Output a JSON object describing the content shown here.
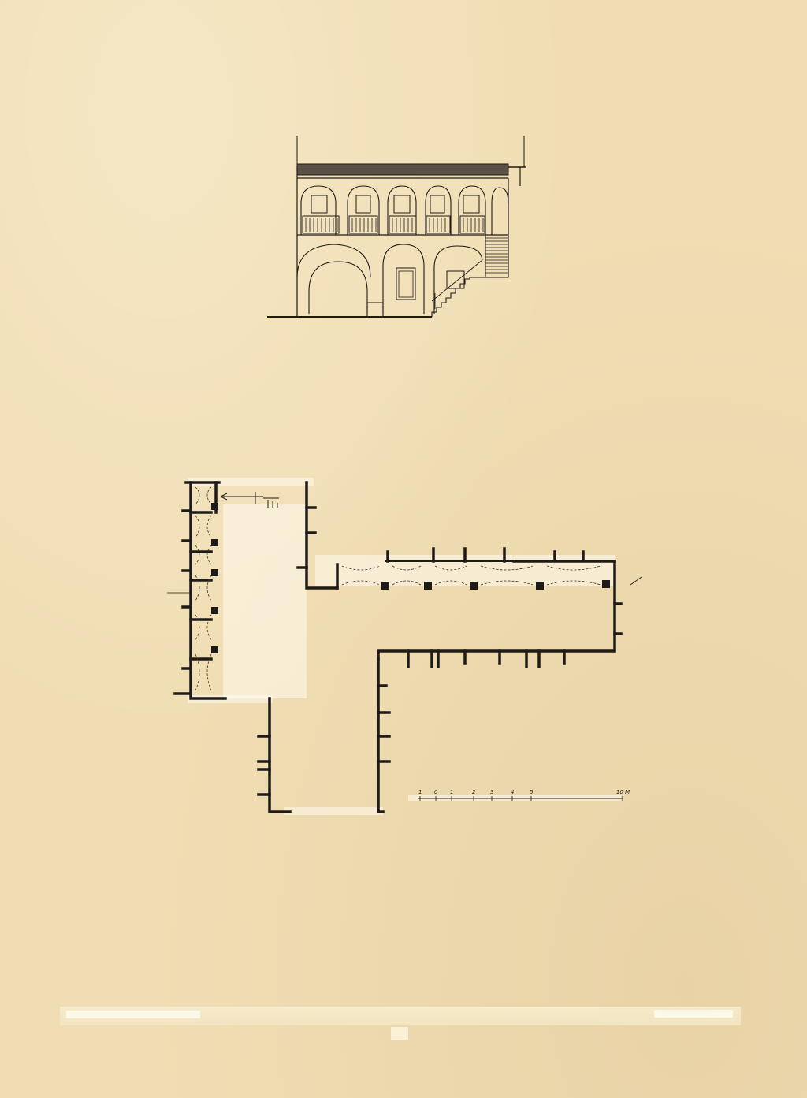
{
  "scale_bar": {
    "tick_labels": [
      "1",
      "0",
      "1",
      "2",
      "3",
      "4",
      "5"
    ],
    "end_label": "10 M",
    "unit": "M"
  },
  "colors": {
    "paper": "#f0ddb3",
    "ink": "#1e1a18"
  }
}
